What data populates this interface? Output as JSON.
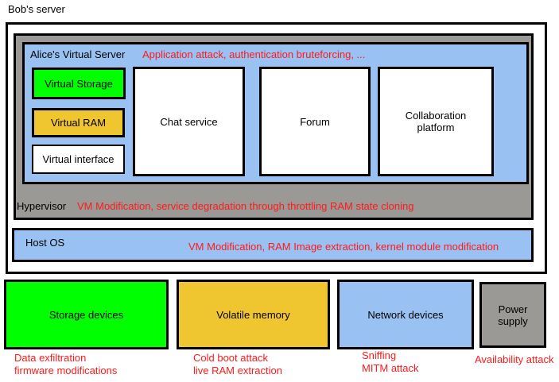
{
  "title": "Bob's server",
  "colors": {
    "green": "#00ff00",
    "yellow": "#efc62f",
    "blue": "#99c1f1",
    "gray": "#9a9996",
    "attack_red": "#ff1a1a",
    "text_black": "#000000",
    "background": "#ffffff"
  },
  "layers": {
    "alice_virtual_server": {
      "label": "Alice's Virtual Server",
      "attack": "Application attack, authentication bruteforcing, ..."
    },
    "hypervisor": {
      "label": "Hypervisor",
      "attack": "VM Modification, service degradation through throttling RAM state cloning"
    },
    "host_os": {
      "label": "Host OS",
      "attack": "VM Modification, RAM Image extraction, kernel module modification"
    }
  },
  "virtual_components": [
    {
      "label": "Virtual Storage",
      "color": "#00ff00"
    },
    {
      "label": "Virtual RAM",
      "color": "#efc62f"
    },
    {
      "label": "Virtual interface",
      "color": "#ffffff"
    }
  ],
  "services": [
    {
      "label": "Chat service"
    },
    {
      "label": "Forum"
    },
    {
      "label": "Collaboration platform"
    }
  ],
  "hardware": [
    {
      "label": "Storage devices",
      "color": "#00ff00",
      "attack": "Data exfiltration\nfirmware modifications"
    },
    {
      "label": "Volatile memory",
      "color": "#efc62f",
      "attack": "Cold boot attack\nlive RAM extraction"
    },
    {
      "label": "Network devices",
      "color": "#99c1f1",
      "attack": "Sniffing\nMITM attack"
    },
    {
      "label": "Power supply",
      "color": "#9a9996",
      "attack": "Availability attack"
    }
  ]
}
